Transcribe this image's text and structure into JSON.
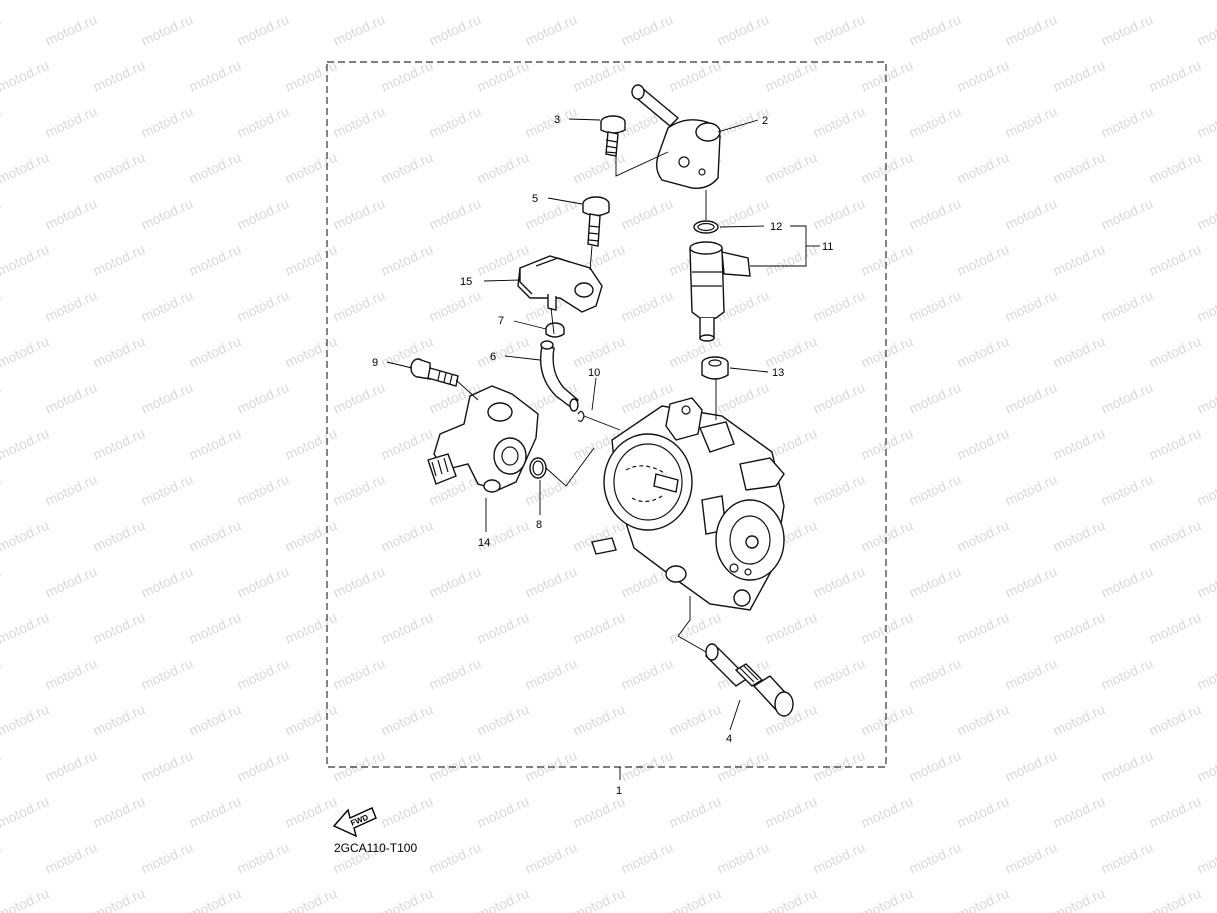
{
  "watermark": {
    "text": "motod.ru"
  },
  "drawing_code": "2GCA110-T100",
  "fwd_label": "FWD",
  "callouts": {
    "c1": "1",
    "c2": "2",
    "c3": "3",
    "c4": "4",
    "c5": "5",
    "c6": "6",
    "c7": "7",
    "c8": "8",
    "c9": "9",
    "c10": "10",
    "c11": "11",
    "c12": "12",
    "c13": "13",
    "c14": "14",
    "c15": "15"
  },
  "colors": {
    "line": "#111111",
    "watermark": "#d9d9d9",
    "background": "#ffffff"
  }
}
